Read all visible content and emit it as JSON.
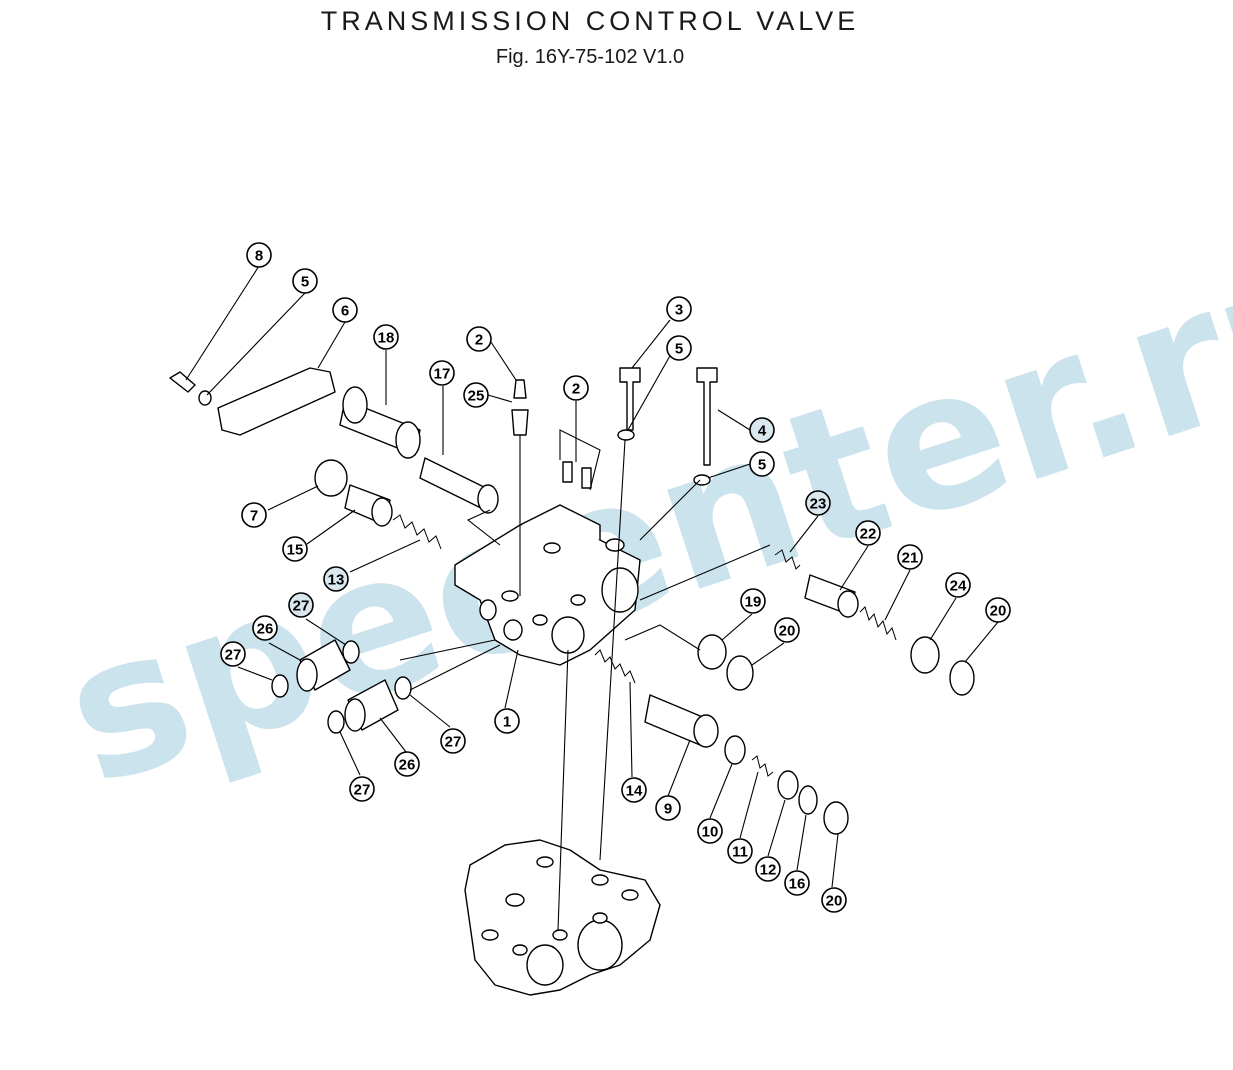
{
  "title": "TRANSMISSION CONTROL VALVE",
  "subtitle": "Fig. 16Y-75-102  V1.0",
  "watermark": "specenter.ru",
  "accent_color": "#8ec3d6",
  "callouts": [
    "8",
    "5",
    "6",
    "18",
    "17",
    "2",
    "25",
    "2",
    "3",
    "5",
    "4",
    "5",
    "7",
    "15",
    "13",
    "23",
    "22",
    "21",
    "24",
    "20",
    "19",
    "20",
    "27",
    "26",
    "27",
    "1",
    "26",
    "27",
    "27",
    "14",
    "9",
    "10",
    "11",
    "12",
    "16",
    "20"
  ]
}
